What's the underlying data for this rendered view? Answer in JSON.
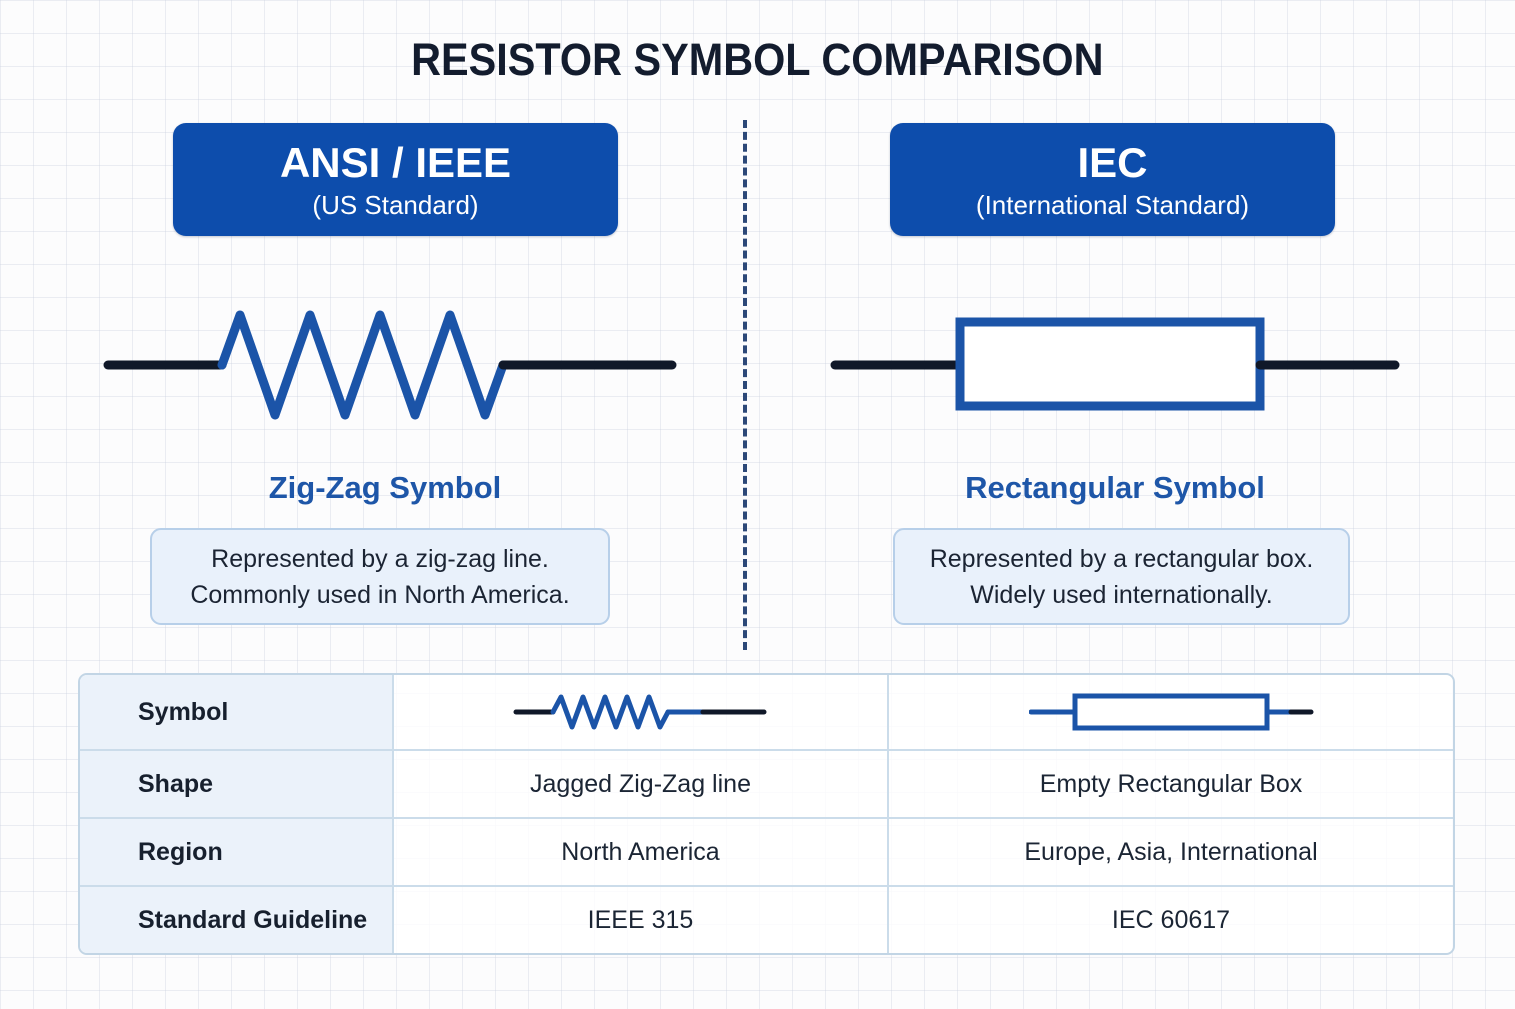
{
  "title": "RESISTOR SYMBOL COMPARISON",
  "colors": {
    "header_box_blue": "#0d4dac",
    "symbol_blue": "#1b54a8",
    "lead_black": "#101829",
    "label_blue": "#1e56a8",
    "description_bg": "#e9f1fb",
    "table_label_bg": "#ebf2fa"
  },
  "left": {
    "header": {
      "title": "ANSI / IEEE",
      "subtitle": "(US Standard)"
    },
    "symbol_name": "Zig-Zag Symbol",
    "description_line1": "Represented by a zig-zag line.",
    "description_line2": "Commonly used in North America."
  },
  "right": {
    "header": {
      "title": "IEC",
      "subtitle": "(International Standard)"
    },
    "symbol_name": "Rectangular Symbol",
    "description_line1": "Represented by a rectangular box.",
    "description_line2": "Widely used internationally."
  },
  "table": {
    "row_labels": [
      "Symbol",
      "Shape",
      "Region",
      "Standard Guideline"
    ],
    "ansi": {
      "shape": "Jagged Zig-Zag line",
      "region": "North America",
      "standard": "IEEE 315"
    },
    "iec": {
      "shape": "Empty Rectangular Box",
      "region": "Europe, Asia, International",
      "standard": "IEC 60617"
    }
  }
}
